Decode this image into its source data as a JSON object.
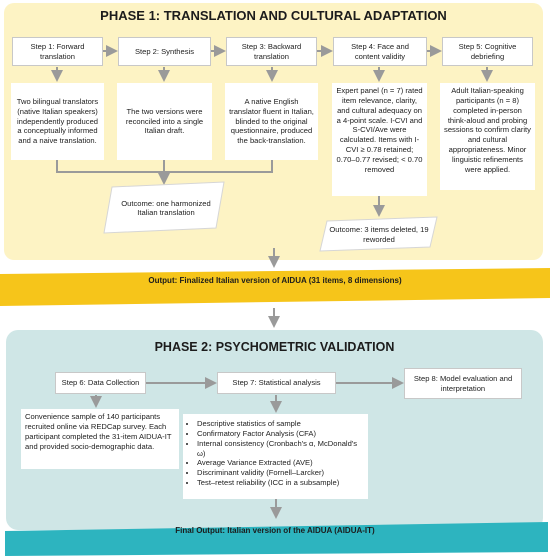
{
  "phase1": {
    "title": "PHASE 1: TRANSLATION AND CULTURAL ADAPTATION",
    "steps": [
      {
        "title": "Step 1: Forward translation",
        "desc": "Two bilingual translators (native Italian speakers) independently produced a conceptually informed and a naive translation."
      },
      {
        "title": "Step 2: Synthesis",
        "desc": "The two versions were reconciled into a single Italian draft."
      },
      {
        "title": "Step 3: Backward translation",
        "desc": "A native English translator fluent in Italian, blinded to the original questionnaire, produced the back-translation."
      },
      {
        "title": "Step 4: Face and content validity",
        "desc": "Expert panel (n = 7) rated item relevance, clarity, and cultural adequacy on a 4-point scale. I-CVI and S-CVI/Ave were calculated. Items with I-CVI ≥ 0.78 retained; 0.70–0.77 revised; < 0.70 removed"
      },
      {
        "title": "Step 5: Cognitive debriefing",
        "desc": "Adult Italian-speaking participants (n = 8) completed in-person think-aloud and probing sessions to confirm clarity and cultural appropriateness. Minor linguistic refinements were applied."
      }
    ],
    "outcome_a": "Outcome: one harmonized Italian translation",
    "outcome_b": "Outcome: 3 items deleted, 19 reworded",
    "output": "Output: Finalized Italian version of AIDUA (31 items, 8 dimensions)"
  },
  "phase2": {
    "title": "PHASE 2: PSYCHOMETRIC VALIDATION",
    "step6": {
      "title": "Step 6: Data Collection",
      "desc": "Convenience sample of 140 participants recruited online via REDCap survey. Each participant completed the 31-item AIDUA-IT and provided socio-demographic data."
    },
    "step7": {
      "title": "Step 7: Statistical analysis",
      "items": [
        "Descriptive statistics of sample",
        "Confirmatory Factor Analysis (CFA)",
        "Internal consistency (Cronbach's α, McDonald's ω)",
        "Average Variance Extracted (AVE)",
        "Discriminant validity (Fornell–Larcker)",
        "Test–retest reliability (ICC in a subsample)"
      ]
    },
    "step8": {
      "title": "Step 8: Model evaluation and interpretation"
    },
    "final": "Final Output: Italian version of the AIDUA (AIDUA-IT)"
  },
  "colors": {
    "panel1": "#fdf3c4",
    "panel2": "#cfe6e6",
    "band1": "#f6c51a",
    "band2": "#2db4bf",
    "arrow": "#9a9a9a"
  }
}
